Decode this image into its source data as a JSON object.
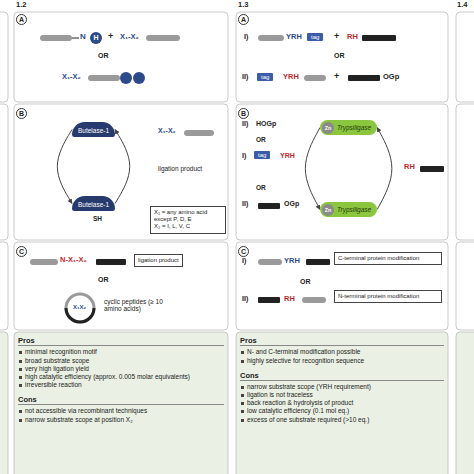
{
  "diagram": {
    "nodes": [
      {
        "text": [
          "A"
        ]
      },
      {
        "text": [
          "A"
        ]
      },
      {
        "text": [
          "tag"
        ]
      },
      {
        "text": [
          "tag"
        ]
      },
      {
        "text": [
          "B"
        ]
      },
      {
        "text": [
          "Butelase-1"
        ]
      },
      {
        "text": [
          "Butelase-1"
        ]
      },
      {
        "text": [
          "X₁ = any amino acid except P, D, E",
          "X₂ = I, L, V, C"
        ]
      },
      {
        "text": [
          "B"
        ]
      },
      {
        "text": [
          "tag"
        ]
      },
      {
        "text": [
          "Trypsiligase"
        ]
      },
      {
        "text": [
          "Zn"
        ],
        "in": 10
      },
      {
        "text": [
          "Trypsiligase"
        ]
      },
      {
        "text": [
          "Zn"
        ],
        "in": 12
      },
      {
        "text": [
          "C"
        ]
      },
      {
        "text": [
          "ligation product"
        ]
      },
      {
        "text": [
          "C"
        ]
      },
      {
        "text": [
          "C-terminal protein modification"
        ]
      },
      {
        "text": [
          "N-terminal protein modification"
        ]
      },
      {
        "text": [
          "Pros",
          "minimal recognition motif",
          "broad substrate scope",
          "very high ligation yield",
          "high catalytic efficiency (approx. 0.005 molar equivalents)",
          "irreversible reaction",
          "Cons",
          "not accessible via recombinant techniques",
          "narrow substrate scope at position X₂"
        ]
      },
      {
        "text": [
          "Pros",
          "N- and C-terminal modification possible",
          "highly selective for recognition sequence",
          "Cons",
          "narrow substrate scope (YRH requirement)",
          "ligation is not traceless",
          "back reaction & hydrolysis of product",
          "low catalytic efficiency (0.1 mol eq.)",
          "excess of one substrate required (>10 eq.)"
        ]
      }
    ],
    "edges": [
      {
        "from": 5,
        "to": 6,
        "arrow": "to"
      },
      {
        "from": 6,
        "to": 5,
        "arrow": "to"
      },
      {
        "from": 10,
        "to": 12,
        "arrow": "to"
      },
      {
        "from": 12,
        "to": 10,
        "arrow": "to"
      }
    ],
    "labels": [
      "1.2",
      "1.3",
      "1.4",
      "N",
      "H",
      "+",
      "X₁-X₂",
      "OR",
      "X₁-X₂",
      "I)",
      "YRH",
      "+",
      "RH",
      "OR",
      "II)",
      "YRH",
      "+",
      "OGp",
      "X₁-X₂",
      "ligation product",
      "SH",
      "II)",
      "HOGp",
      "OR",
      "I)",
      "YRH",
      "II)",
      "OGp",
      "RH",
      "N-X₁-X₂",
      "OR",
      "X₁X₂",
      "cyclic peptides (≥ 10 amino acids)",
      "I)",
      "YRH",
      "OR",
      "II)",
      "RH",
      "OR"
    ]
  }
}
